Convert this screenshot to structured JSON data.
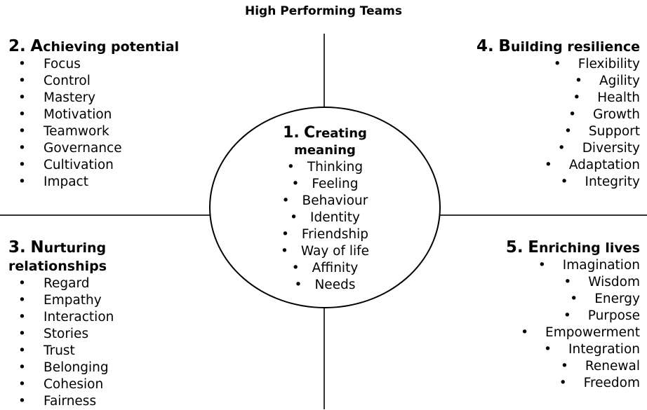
{
  "title": "High Performing Teams",
  "center": {
    "num": "1.",
    "cap": "C",
    "rest": "reating",
    "line2": "meaning",
    "items": [
      "Thinking",
      "Feeling",
      "Behaviour",
      "Identity",
      "Friendship",
      "Way of life",
      "Affinity",
      "Needs"
    ]
  },
  "q2": {
    "num": "2.",
    "cap": "A",
    "rest": "chieving potential",
    "items": [
      "Focus",
      "Control",
      "Mastery",
      "Motivation",
      "Teamwork",
      "Governance",
      "Cultivation",
      "Impact"
    ]
  },
  "q3": {
    "num": "3.",
    "cap": "N",
    "rest": "urturing",
    "line2": "relationships",
    "items": [
      "Regard",
      "Empathy",
      "Interaction",
      "Stories",
      "Trust",
      "Belonging",
      "Cohesion",
      "Fairness"
    ]
  },
  "q4": {
    "num": "4.",
    "cap": "B",
    "rest": "uilding resilience",
    "items": [
      "Flexibility",
      "Agility",
      "Health",
      "Growth",
      "Support",
      "Diversity",
      "Adaptation",
      "Integrity"
    ]
  },
  "q5": {
    "num": "5.",
    "cap": "E",
    "rest": "nriching lives",
    "items": [
      "Imagination",
      "Wisdom",
      "Energy",
      "Purpose",
      "Empowerment",
      "Integration",
      "Renewal",
      "Freedom"
    ]
  }
}
